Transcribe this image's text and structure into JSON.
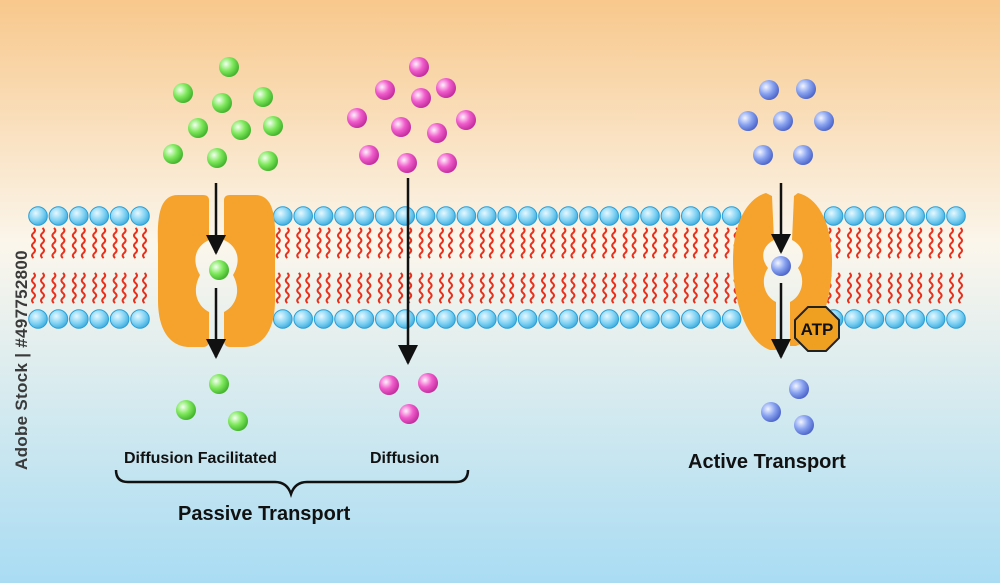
{
  "labels": {
    "facilitated_diffusion": "Diffusion Facilitated",
    "diffusion": "Diffusion",
    "passive_transport": "Passive Transport",
    "active_transport": "Active Transport",
    "atp": "ATP"
  },
  "watermark": "Adobe Stock | #497752800",
  "colors": {
    "bg_top": "#f8c88c",
    "bg_mid": "#fbf6ec",
    "bg_bottom": "#a9dcf3",
    "phospholipid_head": "#7cd0f2",
    "phospholipid_head_edge": "#2a9fd6",
    "phospholipid_tail": "#e8301c",
    "protein": "#f5a32c",
    "atp_fill": "#f0a020",
    "molecule_green": "#7ee85c",
    "molecule_pink": "#f05ccc",
    "molecule_blue": "#8aa4f0",
    "arrow": "#111111"
  },
  "icons": {
    "molecule": "sphere-molecule-icon",
    "channel": "channel-protein-icon",
    "pump": "pump-protein-icon",
    "atp": "atp-octagon-icon"
  }
}
